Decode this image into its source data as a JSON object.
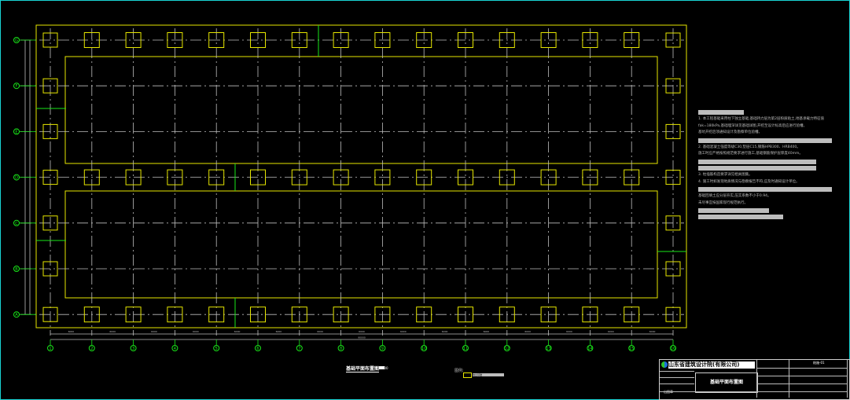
{
  "drawing": {
    "columns": [
      "1",
      "2",
      "3",
      "4",
      "5",
      "6",
      "7",
      "8",
      "9",
      "10",
      "11",
      "12",
      "13",
      "14",
      "15",
      "16"
    ],
    "rows": [
      "G",
      "F",
      "E",
      "D",
      "C",
      "B",
      "A"
    ],
    "span_dims": [
      "6000",
      "6000",
      "6000",
      "6000",
      "6000",
      "6000",
      "6000",
      "6000",
      "6000",
      "6000",
      "6000",
      "6000",
      "6000",
      "6000",
      "6000"
    ],
    "total_dim": "90000",
    "plan_title": "基础平面布置图",
    "plan_scale": "1:100",
    "legend_label": "图例:",
    "legend_text": "独立基础"
  },
  "notes": {
    "title": "说明:",
    "lines": [
      "1. 本工程基础采用柱下独立基础,基础持力层为第2层粉质粘土,地基承载力特征值",
      "fak=180kPa,基础埋深详见基础详图,开挖至设计标高后应进行验槽。",
      "基坑开挖后须通知设计及勘察单位验槽。",
      "2. 基础混凝土强度等级C30,垫层C15,钢筋HPB300、HRB400。",
      "施工时应严格按照规范要求进行施工,基础钢筋保护层厚度40mm。",
      "3. 柱插筋构造要求详见相关图集。",
      "4. 施工时如发现地质情况与勘察报告不符,应及时通知设计单位。",
      "基础回填土应分层夯实,压实系数不小于0.94。",
      "未尽事宜按国家现行规范执行。"
    ]
  },
  "title_block": {
    "firm": "山东省建筑设计院(有限公司)",
    "drawing_name": "基础平面布置图",
    "sheet": "结施-01",
    "stamp": "出图章"
  },
  "colors": {
    "grid": "#bdbdbd",
    "outline": "#e6e600",
    "axis": "#19e619",
    "frame": "#19d3d3"
  }
}
